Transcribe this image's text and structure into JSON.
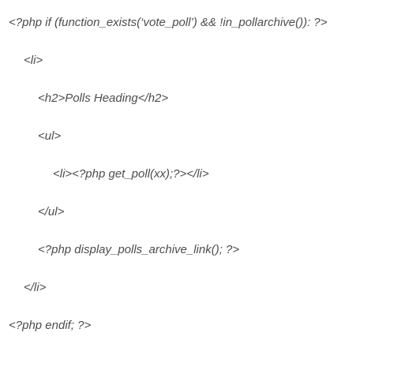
{
  "code": {
    "lines": [
      "<?php if (function_exists(‘vote_poll’) && !in_pollarchive()): ?>",
      "<li>",
      "<h2>Polls Heading</h2>",
      "<ul>",
      "<li><?php get_poll(xx);?></li>",
      "</ul>",
      "<?php display_polls_archive_link(); ?>",
      "</li>",
      "<?php endif; ?>"
    ]
  }
}
